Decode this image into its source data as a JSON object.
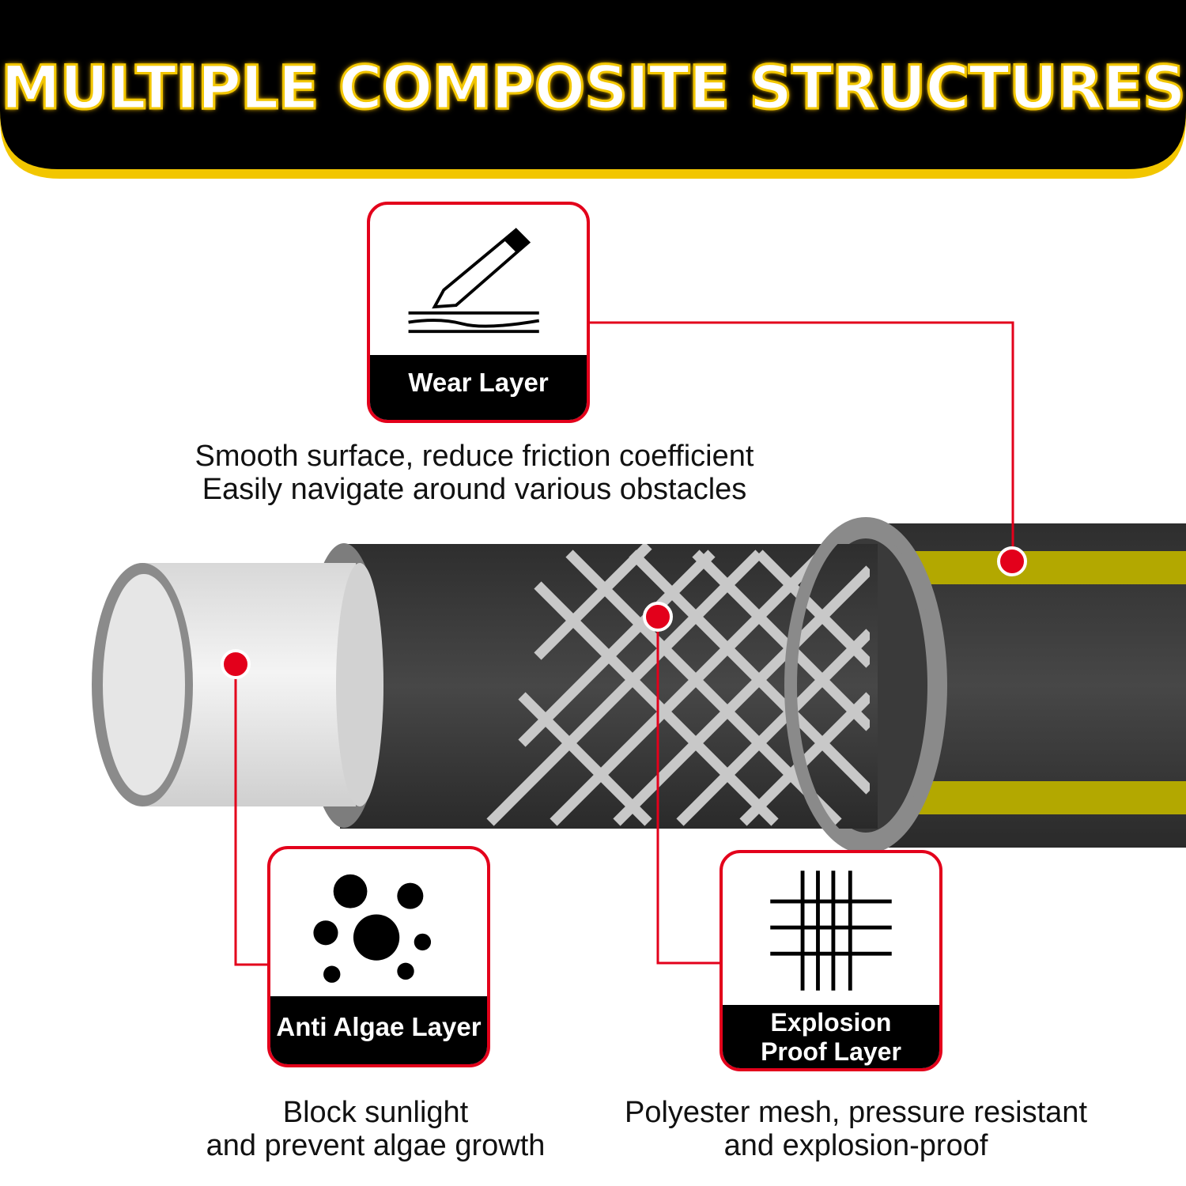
{
  "banner": {
    "title": "MULTIPLE COMPOSITE STRUCTURES"
  },
  "layers": {
    "wear": {
      "label": "Wear Layer",
      "icon": "blade-scraping-surface-icon",
      "description": [
        "Smooth surface, reduce friction coefficient",
        "Easily navigate around various obstacles"
      ]
    },
    "anti_algae": {
      "label": "Anti Algae Layer",
      "icon": "dots-cluster-icon",
      "description": [
        "Block sunlight",
        "and prevent algae growth"
      ]
    },
    "explosion_proof": {
      "label_lines": [
        "Explosion",
        "Proof Layer"
      ],
      "icon": "mesh-grid-icon",
      "description": [
        "Polyester mesh, pressure resistant",
        "and explosion-proof"
      ]
    }
  },
  "colors": {
    "accent_red": "#e3001b",
    "banner_black": "#000000",
    "banner_yellow": "#f2c600",
    "hose_dark": "#3c3c3c",
    "hose_stripe": "#b3a800"
  }
}
